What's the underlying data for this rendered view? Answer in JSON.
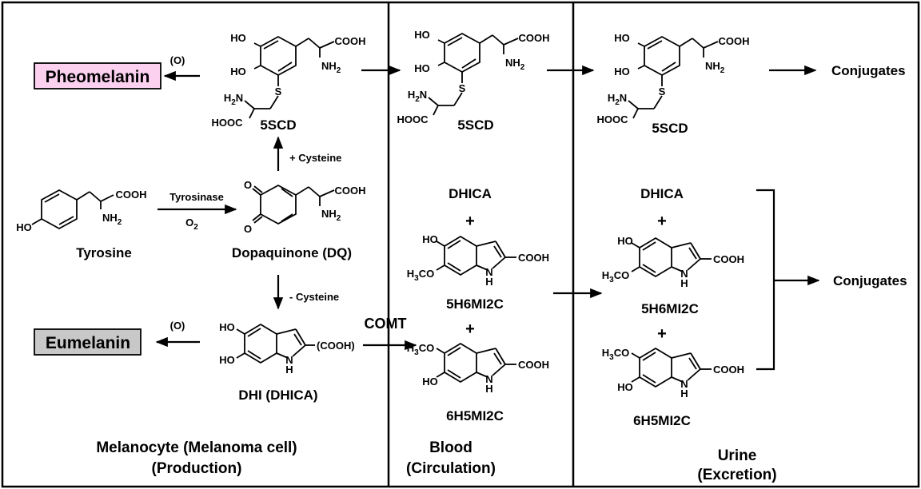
{
  "outputs": {
    "pheomelanin": "Pheomelanin",
    "eumelanin": "Eumelanin",
    "oxidation": "(O)",
    "pheomelanin_color": "#fcd0ef",
    "eumelanin_color": "#c8c8c8"
  },
  "compounds": {
    "scd": "5SCD",
    "tyrosine": "Tyrosine",
    "dq": "Dopaquinone (DQ)",
    "dhi": "DHI (DHICA)",
    "dhica": "DHICA",
    "m5h6": "5H6MI2C",
    "m6h5": "6H5MI2C",
    "conjugates": "Conjugates",
    "plus": "+"
  },
  "reactions": {
    "tyrosinase": "Tyrosinase",
    "o2": "O",
    "o2_sub": "2",
    "plus_cys": "+ Cysteine",
    "minus_cys": "- Cysteine",
    "comt": "COMT",
    "comt_color": "#ff0000"
  },
  "chem": {
    "ho": "HO",
    "cooh": "COOH",
    "nh": "NH",
    "two": "2",
    "s": "S",
    "h2n_h": "H",
    "h2n_n": "N",
    "hooc": "HOOC",
    "o": "O",
    "n": "N",
    "h": "H",
    "cooh_paren": "(COOH)",
    "h3co_h": "H",
    "h3co_3": "3",
    "h3co_co": "CO"
  },
  "compartments": {
    "melanocyte_line1": "Melanocyte (Melanoma cell)",
    "melanocyte_line2": "(Production)",
    "blood_line1": "Blood",
    "blood_line2": "(Circulation)",
    "urine_line1": "Urine",
    "urine_line2": "(Excretion)"
  }
}
